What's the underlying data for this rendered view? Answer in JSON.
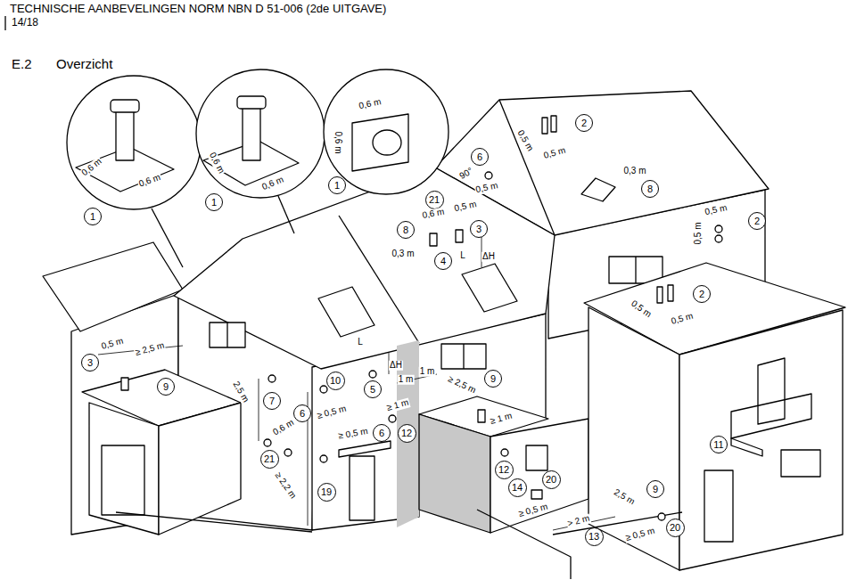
{
  "diagram": {
    "nodes": [
      {
        "text": [
          "2"
        ]
      },
      {
        "text": [
          "6"
        ]
      },
      {
        "text": [
          "1"
        ]
      },
      {
        "text": [
          "8"
        ]
      },
      {
        "text": [
          "21"
        ]
      },
      {
        "text": [
          "1"
        ]
      },
      {
        "text": [
          "1"
        ]
      },
      {
        "text": [
          "2"
        ]
      },
      {
        "text": [
          "3"
        ]
      },
      {
        "text": [
          "8"
        ]
      },
      {
        "text": [
          "4"
        ]
      },
      {
        "text": [
          "2"
        ]
      },
      {
        "text": [
          "3"
        ]
      },
      {
        "text": [
          "10"
        ]
      },
      {
        "text": [
          "9"
        ]
      },
      {
        "text": [
          "9"
        ]
      },
      {
        "text": [
          "5"
        ]
      },
      {
        "text": [
          "7"
        ]
      },
      {
        "text": [
          "6"
        ]
      },
      {
        "text": [
          "6"
        ]
      },
      {
        "text": [
          "12"
        ]
      },
      {
        "text": [
          "11"
        ]
      },
      {
        "text": [
          "21"
        ]
      },
      {
        "text": [
          "12"
        ]
      },
      {
        "text": [
          "20"
        ]
      },
      {
        "text": [
          "14"
        ]
      },
      {
        "text": [
          "9"
        ]
      },
      {
        "text": [
          "19"
        ]
      },
      {
        "text": [
          "20"
        ]
      },
      {
        "text": [
          "13"
        ]
      }
    ],
    "labels": [
      "TECHNISCHE AANBEVELINGEN NORM NBN D 51-006 (2de UITGAVE)",
      "14/18",
      "E.2",
      "Overzicht",
      "0,6 m",
      "0,6 m",
      "0,6 m",
      "0,6 m",
      "0,6 m",
      "0,6 m",
      "0,5 m",
      "0,5 m",
      "0,3 m",
      "0,5 m",
      "0,5 m",
      "90°",
      "0,5 m",
      "0,6 m",
      "0,5 m",
      "0,3 m",
      "L",
      "ΔH",
      "0,5 m",
      "0,5 m",
      "0,5 m",
      "≥ 2,5 m",
      "2,5 m",
      "L",
      "ΔH",
      "1 m",
      "1 m",
      "≥ 2,5 m",
      "≥ 0,5 m",
      "0,6 m",
      "≥ 1 m",
      "≥ 0,5 m",
      "≥ 1 m",
      "≥ 2,2 m",
      "2,5 m",
      "≥ 0,5 m",
      "> 2 m",
      "≥ 0,5 m"
    ]
  }
}
